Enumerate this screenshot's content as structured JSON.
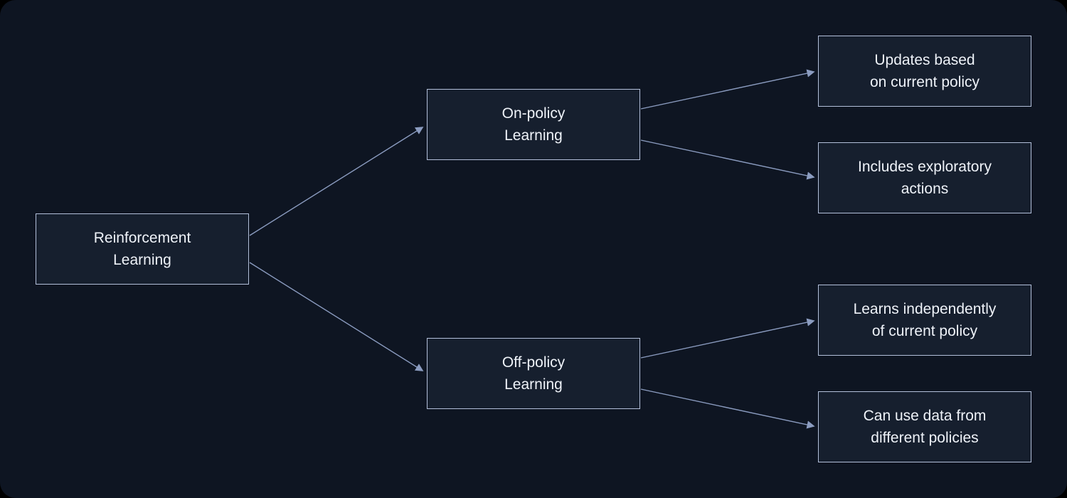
{
  "diagram": {
    "type": "flowchart-left-to-right",
    "colors": {
      "background": "#0e1522",
      "node_fill": "#161f2e",
      "node_border": "#b3c0da",
      "edge": "#8b9cc0",
      "text": "#eef2f8"
    },
    "nodes": {
      "root": {
        "label": "Reinforcement\nLearning"
      },
      "on_policy": {
        "label": "On-policy\nLearning"
      },
      "off_policy": {
        "label": "Off-policy\nLearning"
      },
      "on_leaf_1": {
        "label": "Updates based\non current policy"
      },
      "on_leaf_2": {
        "label": "Includes exploratory\nactions"
      },
      "off_leaf_1": {
        "label": "Learns independently\nof current policy"
      },
      "off_leaf_2": {
        "label": "Can use data from\ndifferent policies"
      }
    },
    "edges": [
      {
        "from": "Reinforcement Learning",
        "to": "On-policy Learning"
      },
      {
        "from": "Reinforcement Learning",
        "to": "Off-policy Learning"
      },
      {
        "from": "On-policy Learning",
        "to": "Updates based on current policy"
      },
      {
        "from": "On-policy Learning",
        "to": "Includes exploratory actions"
      },
      {
        "from": "Off-policy Learning",
        "to": "Learns independently of current policy"
      },
      {
        "from": "Off-policy Learning",
        "to": "Can use data from different policies"
      }
    ]
  }
}
